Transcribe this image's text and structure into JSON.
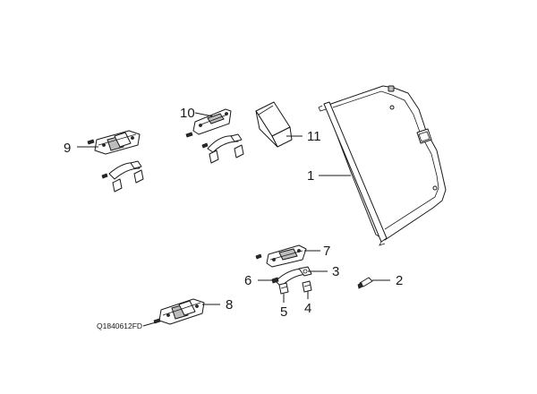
{
  "callouts": {
    "c1": "1",
    "c2": "2",
    "c3": "3",
    "c4": "4",
    "c5": "5",
    "c6": "6",
    "c7": "7",
    "c8": "8",
    "c9": "9",
    "c10": "10",
    "c11": "11"
  },
  "drawing_code": "Q1840612FD"
}
